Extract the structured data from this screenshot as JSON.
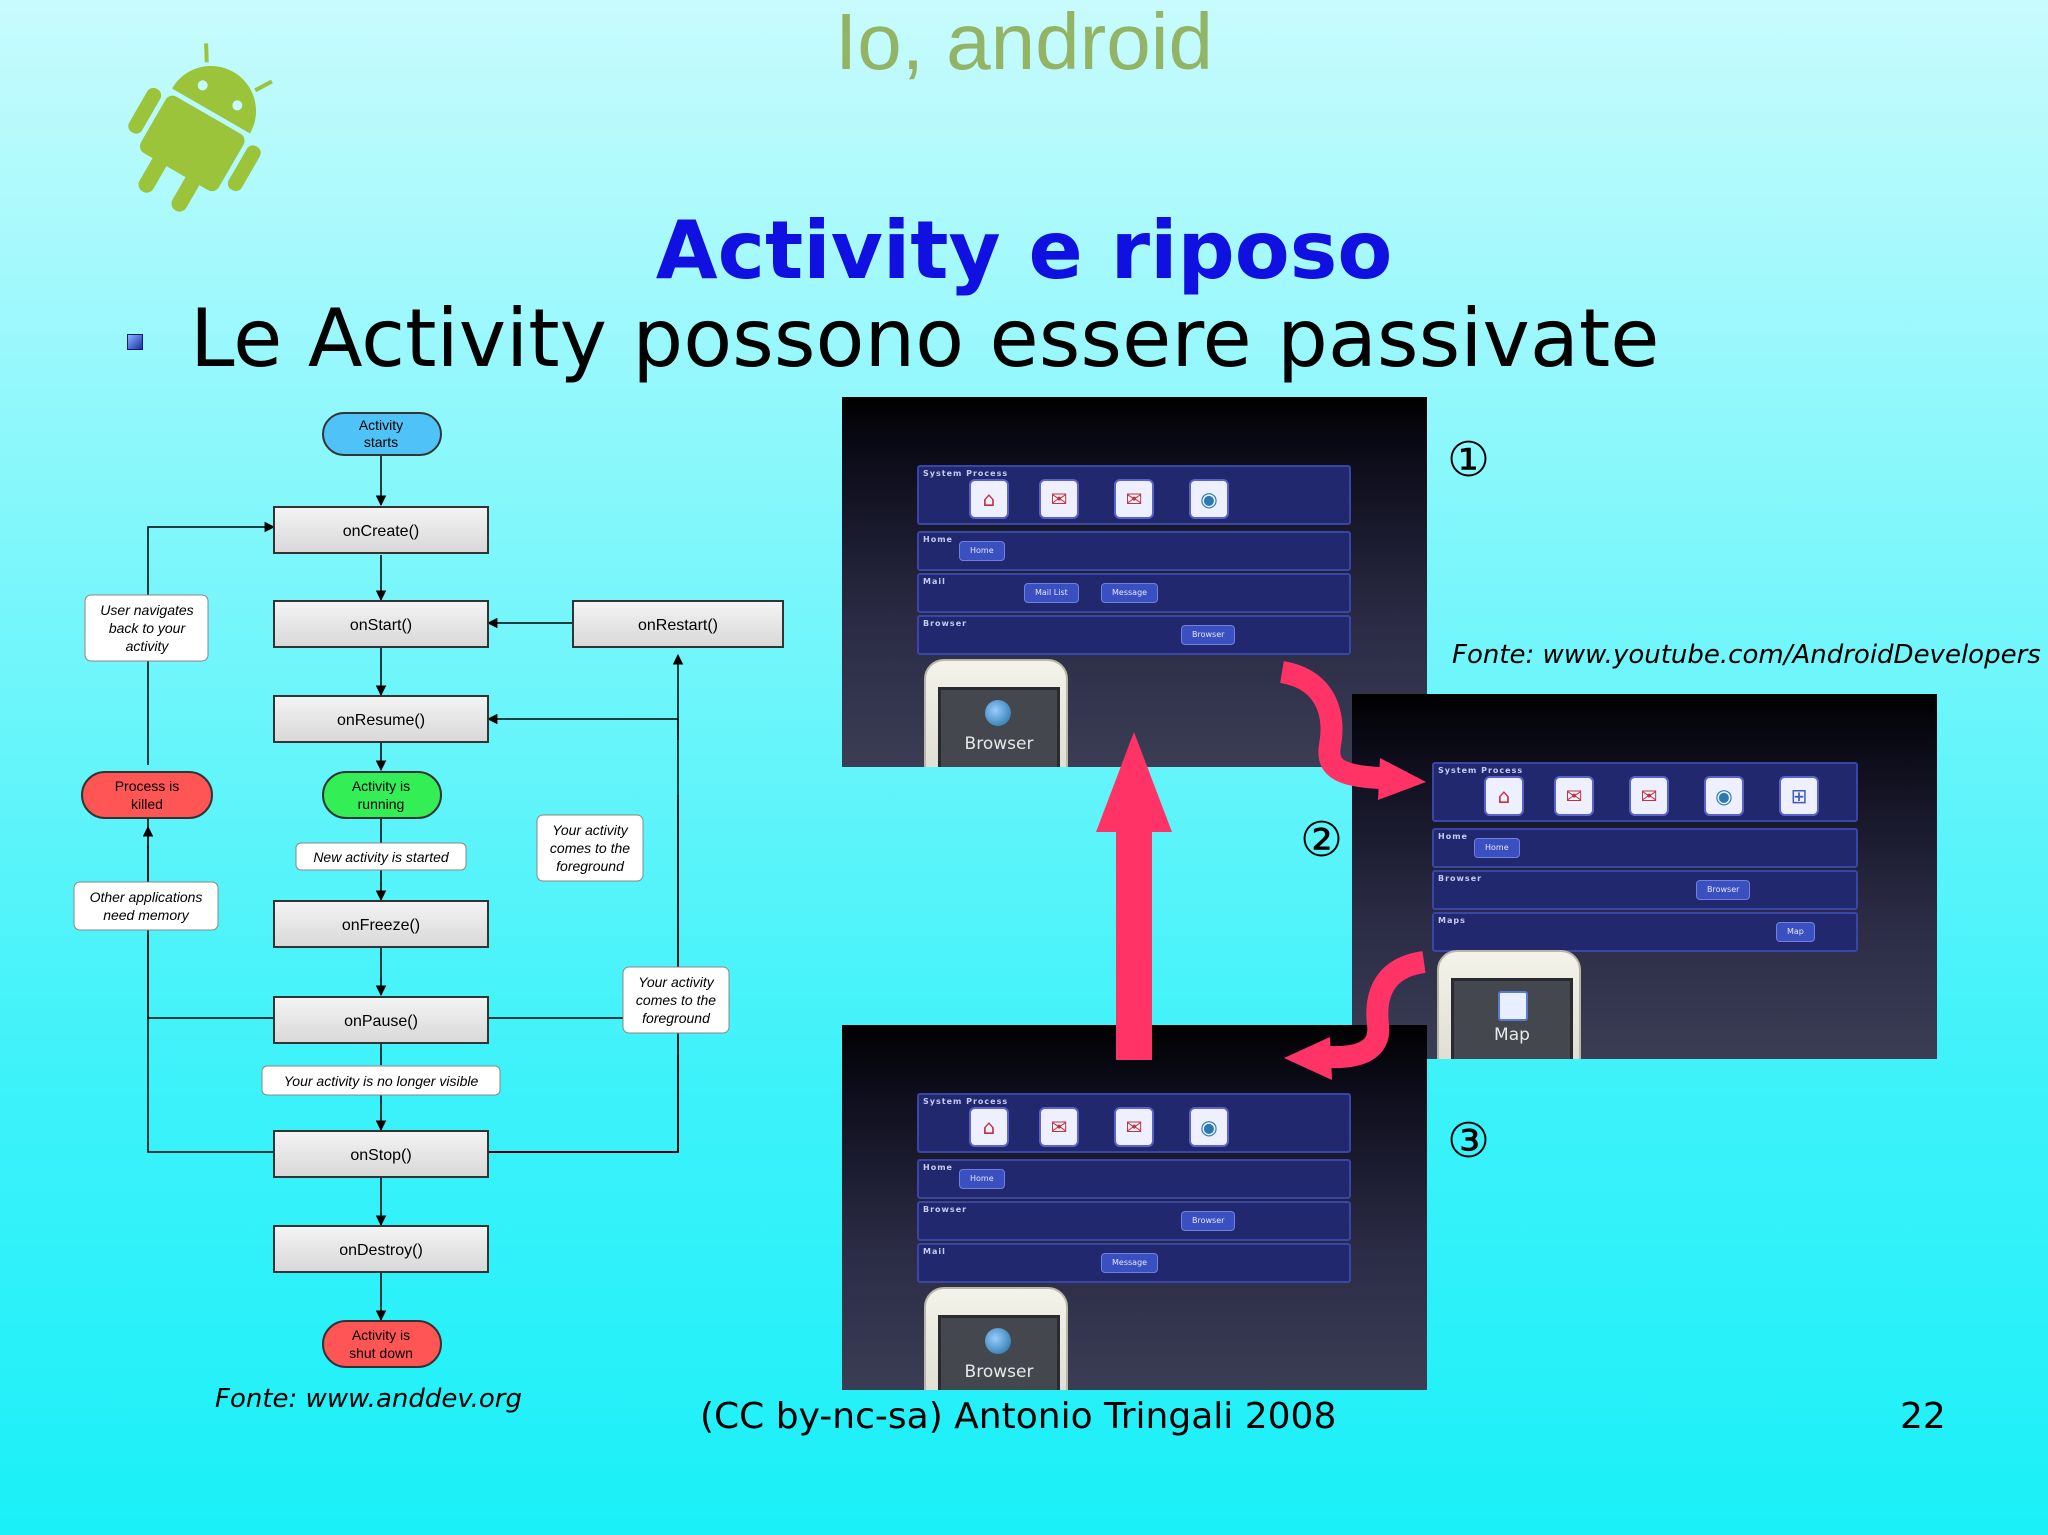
{
  "header": {
    "title": "Io, android"
  },
  "slide": {
    "title": "Activity e riposo",
    "bullet": "Le Activity possono essere passivate",
    "source_left": "Fonte: www.anddev.org",
    "source_right": "Fonte: www.youtube.com/AndroidDevelopers",
    "footer": "(CC by-nc-sa) Antonio Tringali 2008",
    "page_number": "22",
    "steps": [
      "①",
      "②",
      "③"
    ]
  },
  "flowchart": {
    "activity_starts": [
      "Activity",
      "starts"
    ],
    "on_create": "onCreate()",
    "on_start": "onStart()",
    "on_restart": "onRestart()",
    "on_resume": "onResume()",
    "activity_running": [
      "Activity is",
      "running"
    ],
    "new_activity_started": "New activity is started",
    "on_freeze": "onFreeze()",
    "on_pause": "onPause()",
    "no_longer_visible": "Your activity is no longer visible",
    "on_stop": "onStop()",
    "on_destroy": "onDestroy()",
    "activity_shut_down": [
      "Activity is",
      "shut down"
    ],
    "process_killed": [
      "Process is",
      "killed"
    ],
    "user_navigates_back": [
      "User navigates",
      "back to your",
      "activity"
    ],
    "other_apps_memory": [
      "Other applications",
      "need memory"
    ],
    "comes_to_foreground_1": [
      "Your activity",
      "comes to the",
      "foreground"
    ],
    "comes_to_foreground_2": [
      "Your activity",
      "comes to the",
      "foreground"
    ]
  },
  "screens": {
    "system_process": "System Process",
    "home": "Home",
    "mail": "Mail",
    "browser": "Browser",
    "maps": "Maps",
    "home_chip": "Home",
    "mail_list_chip": "Mail List",
    "message_chip": "Message",
    "browser_chip": "Browser",
    "map_chip": "Map",
    "phone_browser": "Browser",
    "phone_map": "Map"
  },
  "colors": {
    "header": "#93b464",
    "title": "#1010e0",
    "arrow": "#ff3366",
    "node_blue": "#4fc3f7",
    "node_green": "#33ee55",
    "node_red": "#ff5555"
  }
}
